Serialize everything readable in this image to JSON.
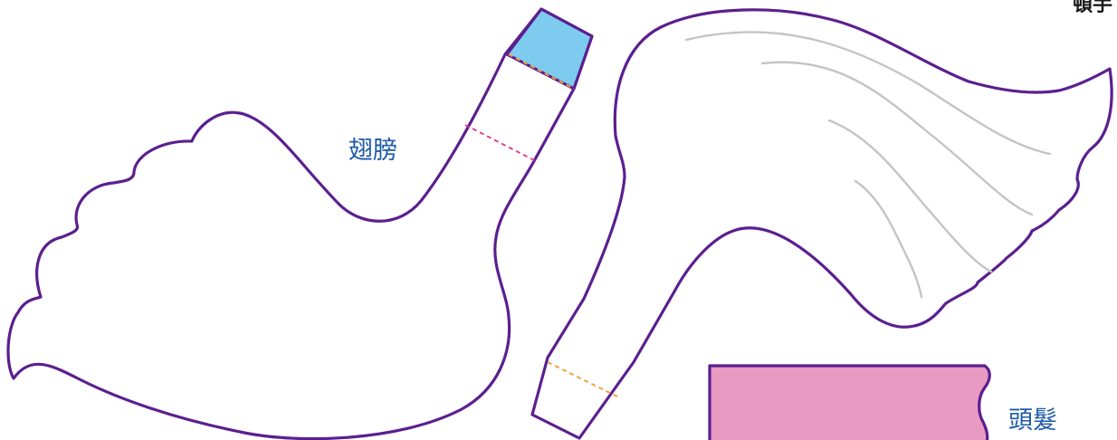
{
  "labels": {
    "wing": "翅膀",
    "hair": "頭髮",
    "corner_cutoff": "頓手"
  },
  "colors": {
    "outline": "#5b1f8f",
    "tab_blue": "#7ecbf0",
    "hair_pink": "#e89ac3",
    "fold_magenta": "#e0308a",
    "fold_orange": "#f0a040",
    "feather_grey": "#c4c4c4",
    "label_blue": "#1e5aa8"
  }
}
